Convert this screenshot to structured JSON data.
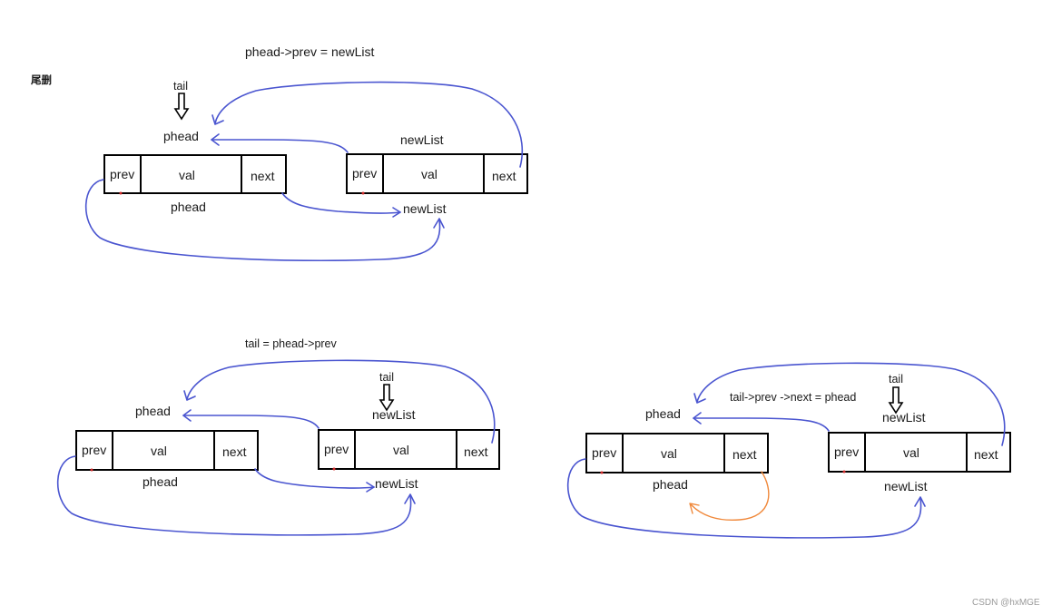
{
  "heading": "尾删",
  "field_labels": {
    "prev": "prev",
    "val": "val",
    "next": "next"
  },
  "diagram_top": {
    "caption": "phead->prev = newList",
    "tail_label": "tail",
    "phead_above": "phead",
    "phead_below": "phead",
    "newlist_above": "newList",
    "newlist_below": "newList"
  },
  "diagram_bottom_left": {
    "caption": "tail = phead->prev",
    "tail_label": "tail",
    "phead_above": "phead",
    "phead_below": "phead",
    "newlist_above": "newList",
    "newlist_below": "newList"
  },
  "diagram_bottom_right": {
    "caption": "tail->prev ->next = phead",
    "tail_label": "tail",
    "phead_above": "phead",
    "phead_below": "phead",
    "newlist_above": "newList",
    "newlist_below": "newList"
  },
  "watermark": "CSDN @hxMGE",
  "colors": {
    "link_stroke": "#4a55d0",
    "new_link_stroke": "#f0883a",
    "box_stroke": "#000000",
    "marker_dot": "#d02a2a"
  }
}
